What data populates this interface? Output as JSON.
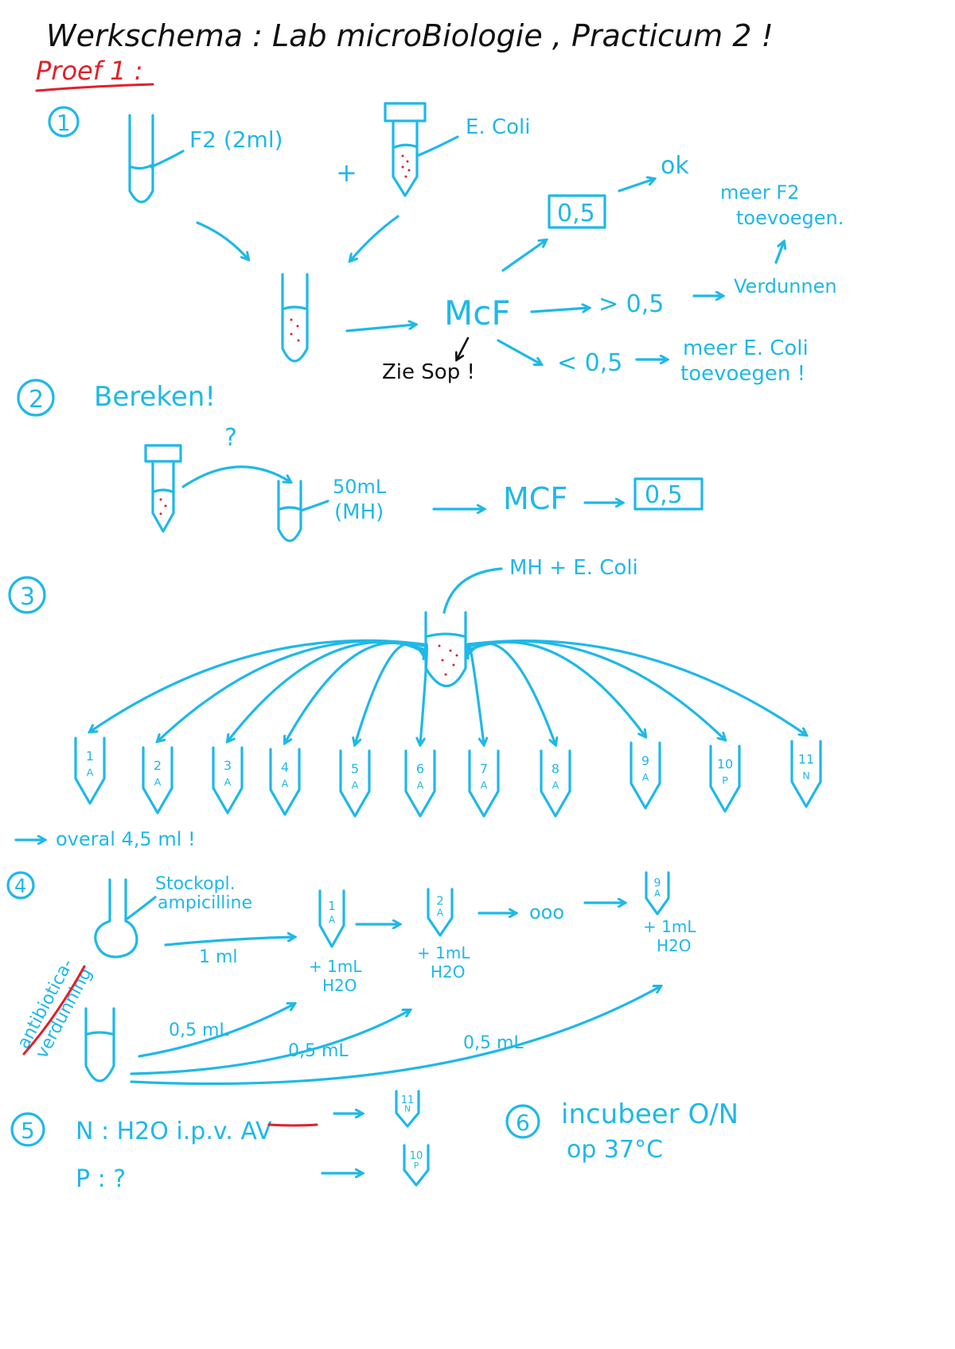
{
  "title": "Werkschema : Lab microBiologie , Practicum 2 !",
  "subtitle": "Proef 1 :",
  "colors": {
    "ink": "#1fb8e8",
    "black": "#111111",
    "red": "#e0202a"
  },
  "step1": {
    "number": "1",
    "tube1_label": "F2 (2ml)",
    "plus": "+",
    "tube2_label": "E. Coli",
    "mcf": "McF",
    "check_note": "Zie Sop !",
    "box_value": "0,5",
    "ok": "ok",
    "gt": "> 0,5",
    "verdunnen": "Verdunnen",
    "meer_f2_line1": "meer F2",
    "meer_f2_line2": "toevoegen.",
    "lt": "< 0,5",
    "meer_ecoli_line1": "meer E. Coli",
    "meer_ecoli_line2": "toevoegen !"
  },
  "step2": {
    "number": "2",
    "heading": "Bereken!",
    "question": "?",
    "volume_line1": "50mL",
    "volume_line2": "(MH)",
    "mcf": "MCF",
    "box_value": "0,5"
  },
  "step3": {
    "number": "3",
    "source_label": "MH + E. Coli",
    "tubes": [
      {
        "n": "1",
        "t": "A"
      },
      {
        "n": "2",
        "t": "A"
      },
      {
        "n": "3",
        "t": "A"
      },
      {
        "n": "4",
        "t": "A"
      },
      {
        "n": "5",
        "t": "A"
      },
      {
        "n": "6",
        "t": "A"
      },
      {
        "n": "7",
        "t": "A"
      },
      {
        "n": "8",
        "t": "A"
      },
      {
        "n": "9",
        "t": "A"
      },
      {
        "n": "10",
        "t": "P"
      },
      {
        "n": "11",
        "t": "N"
      }
    ],
    "note": "overal 4,5 ml !"
  },
  "step4": {
    "number": "4",
    "stock_line1": "Stockopl.",
    "stock_line2": "ampicilline",
    "side_line1": "antibiotica-",
    "side_line2": "verdunning",
    "transfer": "1 ml",
    "tube_a": {
      "n": "1",
      "t": "A"
    },
    "tube_b": {
      "n": "2",
      "t": "A"
    },
    "tube_c": {
      "n": "9",
      "t": "A"
    },
    "ellipsis": "ooo",
    "add_line1": "+ 1mL",
    "add_line2": "H2O",
    "half1": "0,5 mL",
    "half2": "0,5 mL",
    "half3": "0,5 mL"
  },
  "step5": {
    "number": "5",
    "n_line": "N : H2O i.p.v. AV",
    "p_line": "P : ?",
    "tube_n": {
      "n": "11",
      "t": "N"
    },
    "tube_p": {
      "n": "10",
      "t": "P"
    }
  },
  "step6": {
    "number": "6",
    "line1": "incubeer O/N",
    "line2": "op 37°C"
  }
}
